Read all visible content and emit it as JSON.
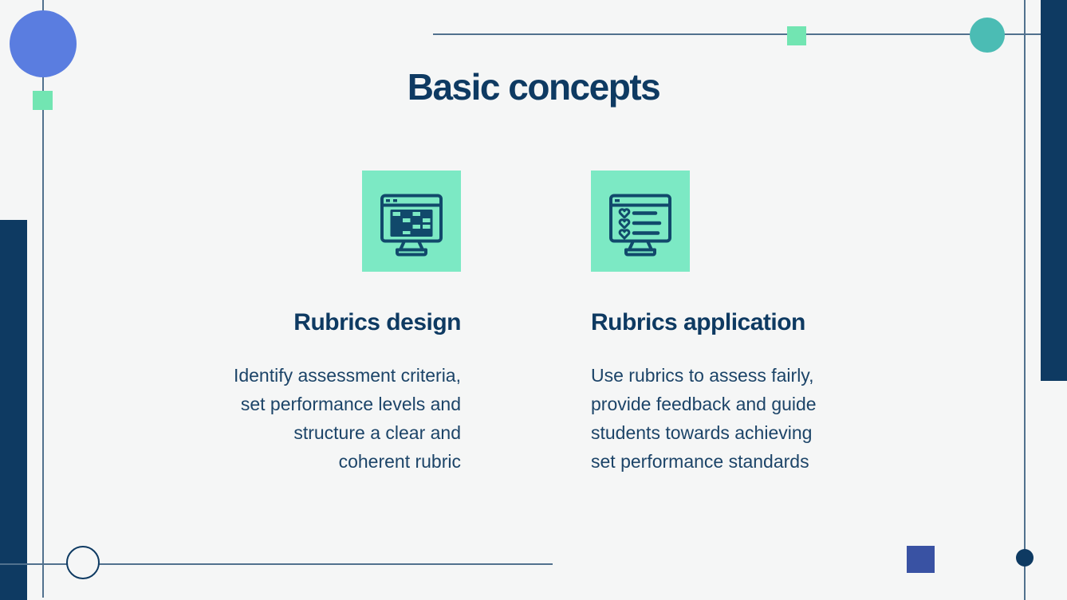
{
  "slide": {
    "title": "Basic concepts",
    "columns": [
      {
        "icon": "rubric-table-monitor-icon",
        "heading": "Rubrics design",
        "body_lines": [
          "Identify assessment criteria,",
          "set performance levels and",
          "structure a clear and",
          "coherent rubric"
        ]
      },
      {
        "icon": "checklist-monitor-icon",
        "heading": "Rubrics application",
        "body_lines": [
          "Use rubrics to assess fairly,",
          "provide feedback and guide",
          "students towards achieving",
          "set performance standards"
        ]
      }
    ]
  },
  "colors": {
    "background": "#f5f6f6",
    "navy": "#0e3a62",
    "body_text": "#1c4468",
    "line": "#51718e",
    "mint": "#7ce9c4",
    "mint_small": "#72e5b2",
    "periwinkle": "#5a7de0",
    "teal": "#4bbcb4",
    "royal_blue": "#3952a3",
    "icon_stroke": "#11496b"
  }
}
